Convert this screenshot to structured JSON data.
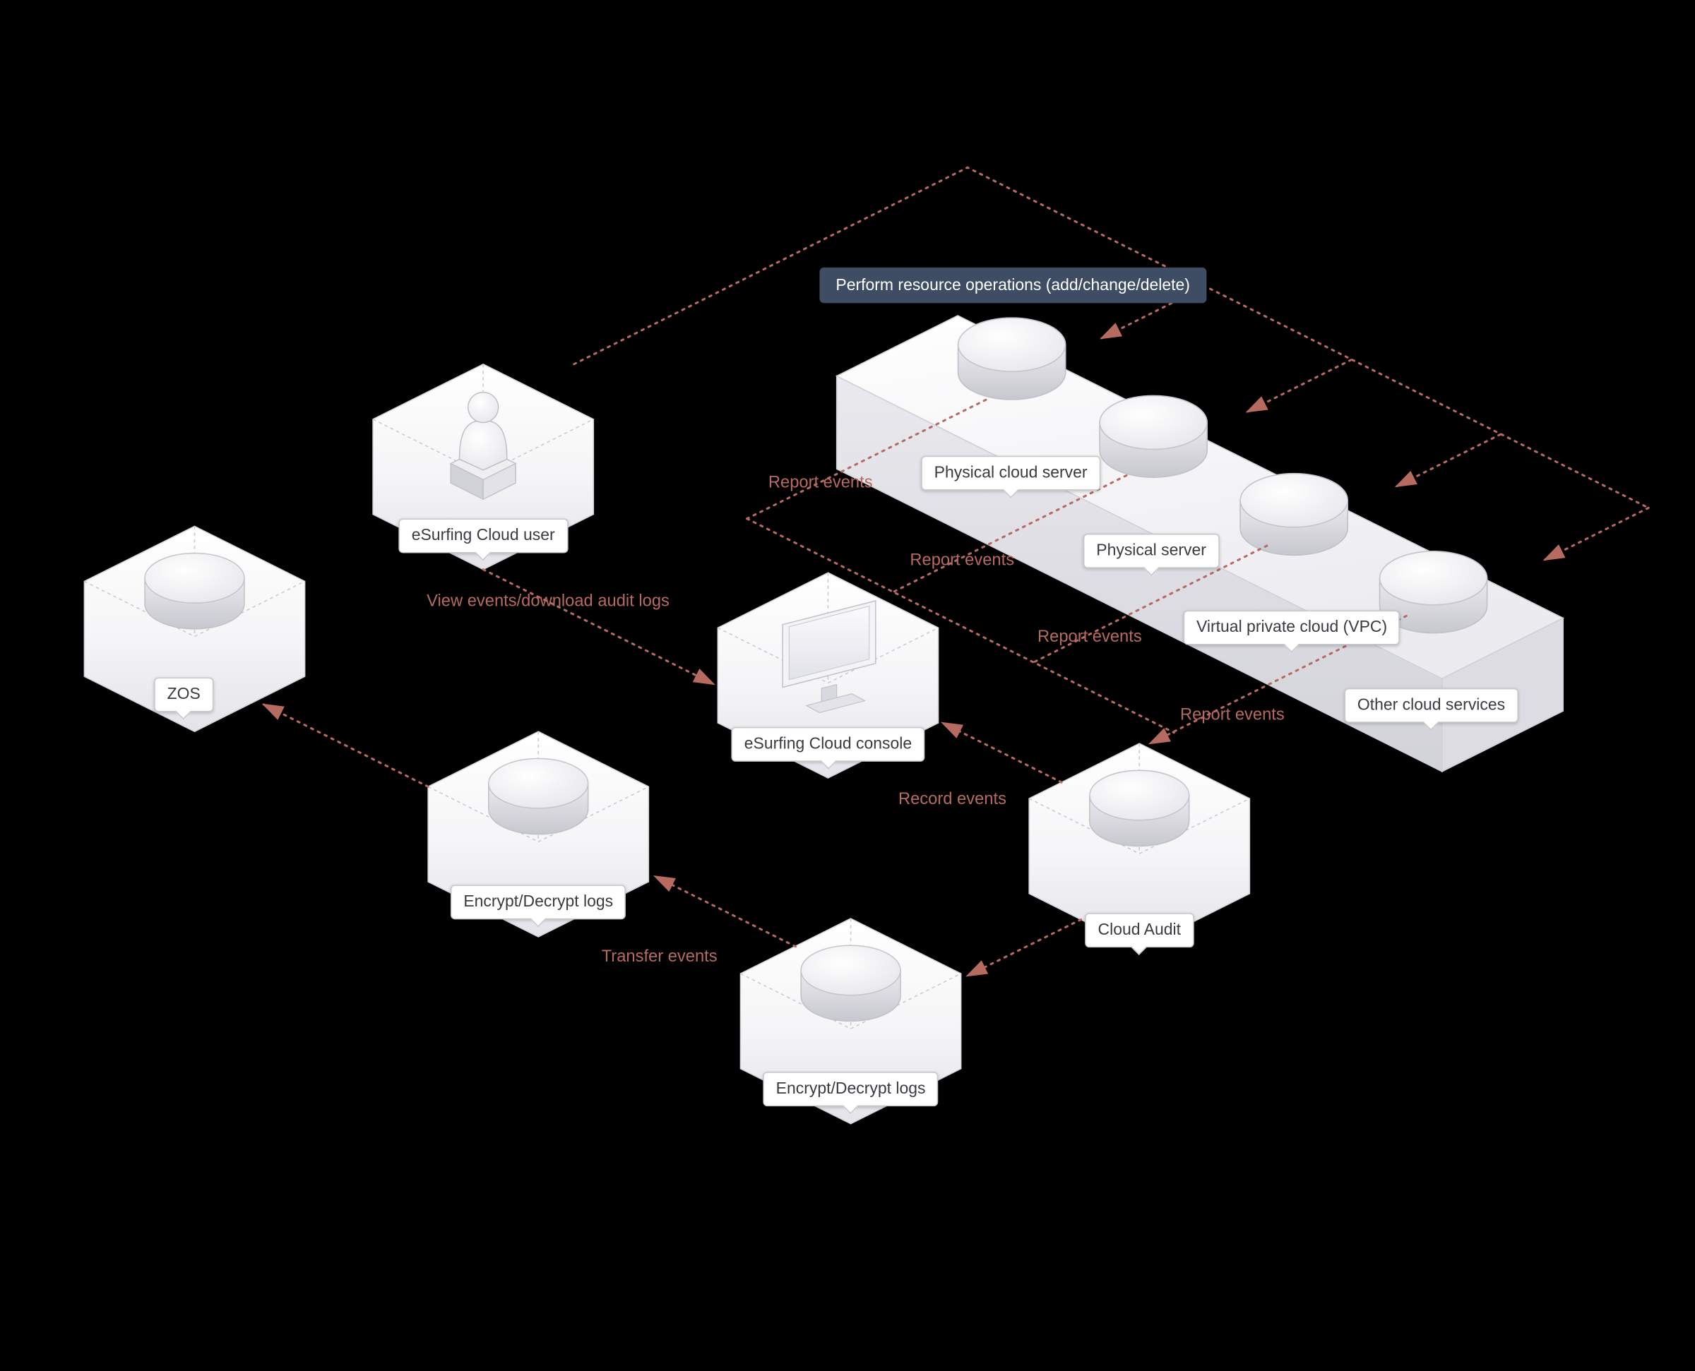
{
  "badge": {
    "label": "Perform resource operations (add/change/delete)"
  },
  "nodes": {
    "user": {
      "label": "eSurfing Cloud user",
      "icon": "user-icon"
    },
    "zos": {
      "label": "ZOS",
      "icon": "disk-icon"
    },
    "console": {
      "label": "eSurfing Cloud console",
      "icon": "monitor-icon"
    },
    "encrypt_left": {
      "label": "Encrypt/Decrypt logs",
      "icon": "disk-icon"
    },
    "encrypt_bottom": {
      "label": "Encrypt/Decrypt logs",
      "icon": "disk-icon"
    },
    "cloud_audit": {
      "label": "Cloud Audit",
      "icon": "disk-icon"
    },
    "physical_cloud_server": {
      "label": "Physical cloud server",
      "icon": "disk-icon"
    },
    "physical_server": {
      "label": "Physical server",
      "icon": "disk-icon"
    },
    "vpc": {
      "label": "Virtual private cloud (VPC)",
      "icon": "disk-icon"
    },
    "other_cloud_services": {
      "label": "Other cloud services",
      "icon": "disk-icon"
    }
  },
  "edges": {
    "report_1": {
      "label": "Report events"
    },
    "report_2": {
      "label": "Report events"
    },
    "report_3": {
      "label": "Report events"
    },
    "report_4": {
      "label": "Report events"
    },
    "view_events": {
      "label": "View events/download audit logs"
    },
    "record_events": {
      "label": "Record events"
    },
    "transfer_events": {
      "label": "Transfer events"
    }
  },
  "colors": {
    "background": "#000000",
    "connector": "#b66a60",
    "badge_bg": "#3e4d63",
    "badge_text": "#ffffff",
    "callout_bg": "#ffffff",
    "callout_text": "#3a3a40",
    "node_fill": "#f2f2f5",
    "node_stroke": "#d3d3da"
  }
}
